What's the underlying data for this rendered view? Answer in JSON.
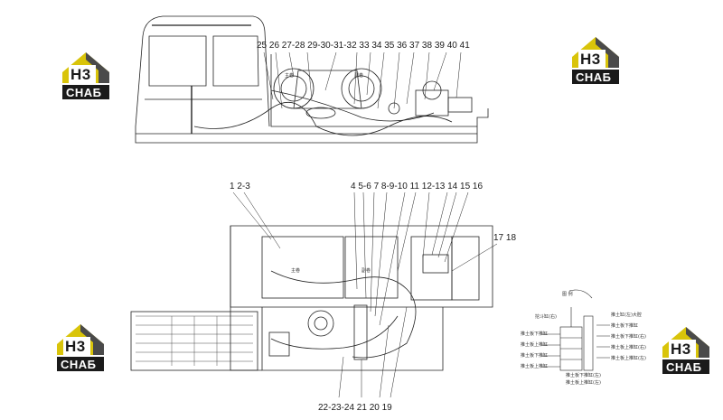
{
  "top_callouts": {
    "row": "25 26 27-28 29-30-31-32 33 34 35 36 37 38 39 40 41"
  },
  "plan_callouts": {
    "left": "1 2-3",
    "middle": "4 5-6 7 8-9-10 11 12-13 14 15 16",
    "right": "17 18",
    "bottom": "22-23-24 21 20 19"
  },
  "logo": {
    "letters": "H3",
    "caption": "СНАБ",
    "colors": {
      "house": "#d9c40a",
      "dark": "#4a4a4a",
      "mark": "#1a1a1a"
    }
  },
  "detail": {
    "legend_title": "图 例",
    "left_labels": [
      "挖斗缸(右)",
      "推土板下推缸",
      "推土板上推缸",
      "推土板下推缸",
      "推土板上推缸"
    ],
    "right_labels": [
      "推土缸(左)大腔",
      "推土板下推缸",
      "推土板下推缸(右)",
      "推土板上推缸(右)",
      "推土板上推缸(左)",
      "推土板下推缸(左)",
      "推土板上推缸(左)"
    ]
  },
  "drum_marks": [
    "主卷",
    "副卷"
  ]
}
